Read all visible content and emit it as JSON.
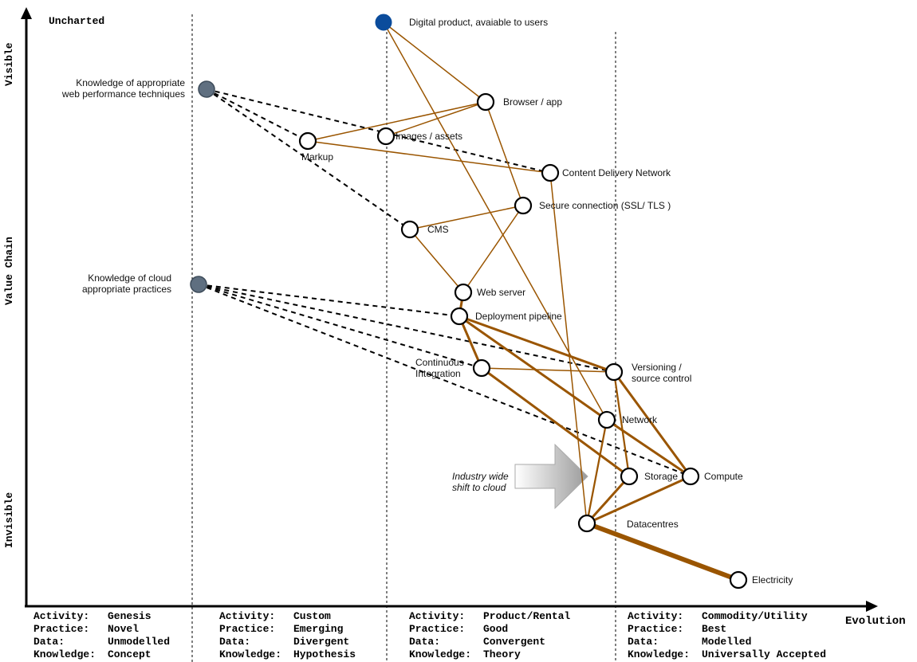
{
  "map": {
    "uncharted_label": "Uncharted",
    "y_axis": {
      "top": "Visible",
      "middle": "Value Chain",
      "bottom": "Invisible"
    },
    "x_axis": {
      "label": "Evolution"
    },
    "colors": {
      "link": "#9a5500",
      "knowledge_link": "#000000",
      "user_node": "#0b4c9c",
      "knowledge_node": "#5f6f80",
      "component_node": "#ffffff"
    },
    "stages": [
      {
        "Activity": "Genesis",
        "Practice": "Novel",
        "Data": "Unmodelled",
        "Knowledge": "Concept"
      },
      {
        "Activity": "Custom",
        "Practice": "Emerging",
        "Data": "Divergent",
        "Knowledge": "Hypothesis"
      },
      {
        "Activity": "Product/Rental",
        "Practice": "Good",
        "Data": "Convergent",
        "Knowledge": "Theory"
      },
      {
        "Activity": "Commodity/Utility",
        "Practice": "Best",
        "Data": "Modelled",
        "Knowledge": "Universally Accepted"
      }
    ],
    "stage_keys": [
      "Activity:",
      "Practice:",
      "Data:",
      "Knowledge:"
    ],
    "nodes": [
      {
        "id": "digital",
        "label": "Digital product, avaiable to users",
        "type": "user",
        "evolution": 0.42,
        "visibility": 0.0
      },
      {
        "id": "kwebperf",
        "label": "Knowledge of appropriate web performance techniques",
        "type": "knowledge",
        "evolution": 0.21,
        "visibility": 0.12
      },
      {
        "id": "browser",
        "label": "Browser / app",
        "type": "component",
        "evolution": 0.54,
        "visibility": 0.14
      },
      {
        "id": "images",
        "label": "Images / assets",
        "type": "component",
        "evolution": 0.42,
        "visibility": 0.2
      },
      {
        "id": "markup",
        "label": "Markup",
        "type": "component",
        "evolution": 0.33,
        "visibility": 0.21
      },
      {
        "id": "cdn",
        "label": "Content Delivery Network",
        "type": "component",
        "evolution": 0.61,
        "visibility": 0.27
      },
      {
        "id": "ssl",
        "label": "Secure connection (SSL/ TLS )",
        "type": "component",
        "evolution": 0.58,
        "visibility": 0.33
      },
      {
        "id": "cms",
        "label": "CMS",
        "type": "component",
        "evolution": 0.45,
        "visibility": 0.37
      },
      {
        "id": "kcloud",
        "label": "Knowledge of cloud appropriate practices",
        "type": "knowledge",
        "evolution": 0.2,
        "visibility": 0.47
      },
      {
        "id": "webserver",
        "label": "Web server",
        "type": "component",
        "evolution": 0.51,
        "visibility": 0.48
      },
      {
        "id": "deploy",
        "label": "Deployment pipeline",
        "type": "component",
        "evolution": 0.51,
        "visibility": 0.52
      },
      {
        "id": "ci",
        "label": "Continuous Integration",
        "type": "component",
        "evolution": 0.53,
        "visibility": 0.61
      },
      {
        "id": "versioning",
        "label": "Versioning / source control",
        "type": "component",
        "evolution": 0.69,
        "visibility": 0.62
      },
      {
        "id": "network",
        "label": "Network",
        "type": "component",
        "evolution": 0.68,
        "visibility": 0.71
      },
      {
        "id": "storage",
        "label": "Storage",
        "type": "component",
        "evolution": 0.71,
        "visibility": 0.8
      },
      {
        "id": "compute",
        "label": "Compute",
        "type": "component",
        "evolution": 0.78,
        "visibility": 0.8
      },
      {
        "id": "datacentres",
        "label": "Datacentres",
        "type": "component",
        "evolution": 0.66,
        "visibility": 0.89
      },
      {
        "id": "electricity",
        "label": "Electricity",
        "type": "component",
        "evolution": 0.84,
        "visibility": 0.98
      }
    ],
    "links": [
      {
        "from": "digital",
        "to": "browser",
        "weight": 1
      },
      {
        "from": "digital",
        "to": "network",
        "weight": 1
      },
      {
        "from": "browser",
        "to": "markup",
        "weight": 1
      },
      {
        "from": "browser",
        "to": "images",
        "weight": 1
      },
      {
        "from": "browser",
        "to": "ssl",
        "weight": 1
      },
      {
        "from": "markup",
        "to": "cdn",
        "weight": 1
      },
      {
        "from": "cdn",
        "to": "datacentres",
        "weight": 1
      },
      {
        "from": "ssl",
        "to": "cms",
        "weight": 1
      },
      {
        "from": "ssl",
        "to": "webserver",
        "weight": 1
      },
      {
        "from": "cms",
        "to": "webserver",
        "weight": 1
      },
      {
        "from": "webserver",
        "to": "deploy",
        "weight": 2
      },
      {
        "from": "deploy",
        "to": "ci",
        "weight": 2
      },
      {
        "from": "deploy",
        "to": "versioning",
        "weight": 2
      },
      {
        "from": "deploy",
        "to": "network",
        "weight": 2
      },
      {
        "from": "ci",
        "to": "versioning",
        "weight": 1
      },
      {
        "from": "ci",
        "to": "storage",
        "weight": 2
      },
      {
        "from": "versioning",
        "to": "storage",
        "weight": 1.5
      },
      {
        "from": "versioning",
        "to": "compute",
        "weight": 2
      },
      {
        "from": "network",
        "to": "compute",
        "weight": 2
      },
      {
        "from": "network",
        "to": "datacentres",
        "weight": 1.5
      },
      {
        "from": "storage",
        "to": "datacentres",
        "weight": 2
      },
      {
        "from": "compute",
        "to": "datacentres",
        "weight": 2
      },
      {
        "from": "datacentres",
        "to": "electricity",
        "weight": 4
      }
    ],
    "knowledge_links": [
      {
        "from": "kwebperf",
        "to": "markup"
      },
      {
        "from": "kwebperf",
        "to": "cdn"
      },
      {
        "from": "kwebperf",
        "to": "cms"
      },
      {
        "from": "kcloud",
        "to": "deploy"
      },
      {
        "from": "kcloud",
        "to": "versioning"
      },
      {
        "from": "kcloud",
        "to": "ci"
      },
      {
        "from": "kcloud",
        "to": "compute"
      }
    ],
    "annotation": {
      "text_line1": "Industry wide",
      "text_line2": "shift to cloud",
      "icon": "arrow-right-icon"
    }
  }
}
